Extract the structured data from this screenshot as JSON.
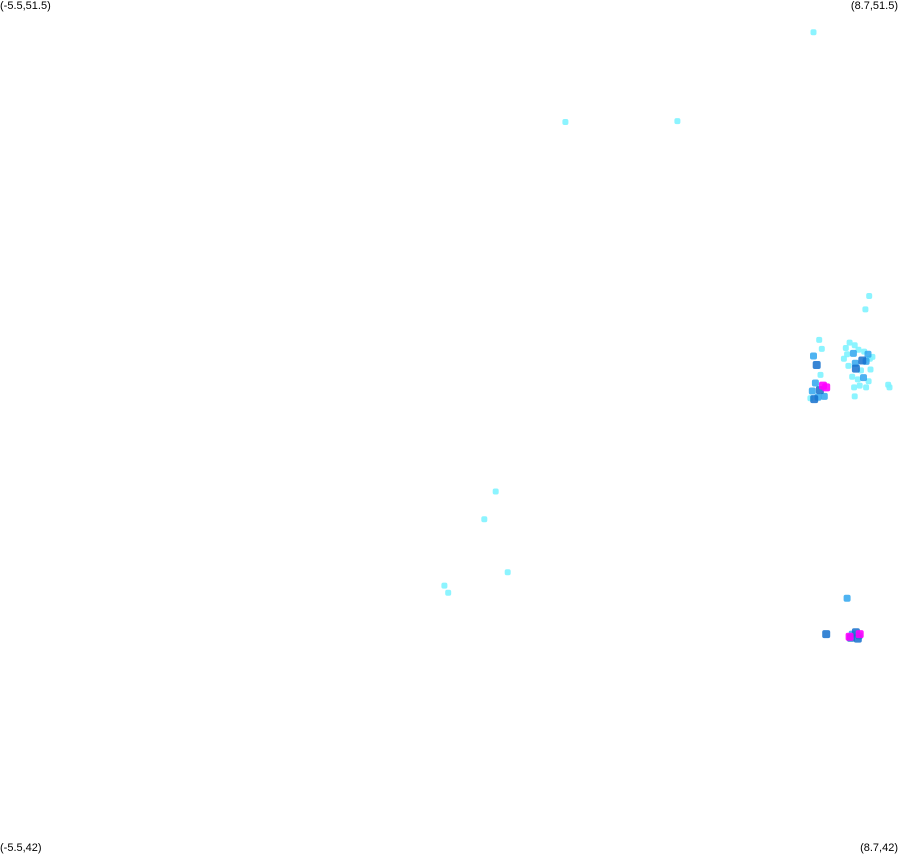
{
  "map": {
    "bounds": {
      "lon_min": -5.5,
      "lon_max": 8.7,
      "lat_min": 42,
      "lat_max": 51.5
    },
    "corner_labels": {
      "top_left": "(-5.5,51.5)",
      "top_right": "(8.7,51.5)",
      "bottom_left": "(-5.5,42)",
      "bottom_right": "(8.7,42)"
    },
    "colors": {
      "low": "#7ff3ff",
      "medium": "#2fa6ee",
      "high": "#1570cc",
      "peak": "#ff00ff",
      "background": "#ffffff"
    },
    "points": [
      {
        "lon": 7.35,
        "lat": 51.14,
        "level": "low"
      },
      {
        "lon": 3.43,
        "lat": 50.14,
        "level": "low"
      },
      {
        "lon": 5.2,
        "lat": 50.15,
        "level": "low"
      },
      {
        "lon": 8.23,
        "lat": 48.2,
        "level": "low"
      },
      {
        "lon": 8.17,
        "lat": 48.05,
        "level": "low"
      },
      {
        "lon": 2.33,
        "lat": 46.02,
        "level": "low"
      },
      {
        "lon": 2.15,
        "lat": 45.71,
        "level": "low"
      },
      {
        "lon": 2.52,
        "lat": 45.12,
        "level": "low"
      },
      {
        "lon": 1.52,
        "lat": 44.97,
        "level": "low"
      },
      {
        "lon": 1.58,
        "lat": 44.89,
        "level": "low"
      },
      {
        "lon": 7.88,
        "lat": 44.83,
        "level": "medium"
      },
      {
        "lon": 7.55,
        "lat": 44.43,
        "level": "high"
      },
      {
        "lon": 7.96,
        "lat": 44.43,
        "level": "medium"
      },
      {
        "lon": 8.02,
        "lat": 44.45,
        "level": "high"
      },
      {
        "lon": 8.07,
        "lat": 44.41,
        "level": "medium"
      },
      {
        "lon": 7.94,
        "lat": 44.39,
        "level": "high"
      },
      {
        "lon": 8.05,
        "lat": 44.38,
        "level": "high"
      },
      {
        "lon": 8.08,
        "lat": 44.43,
        "level": "peak"
      },
      {
        "lon": 7.92,
        "lat": 44.4,
        "level": "peak"
      },
      {
        "lon": 7.44,
        "lat": 47.71,
        "level": "low"
      },
      {
        "lon": 7.48,
        "lat": 47.61,
        "level": "low"
      },
      {
        "lon": 7.35,
        "lat": 47.53,
        "level": "medium"
      },
      {
        "lon": 7.4,
        "lat": 47.43,
        "level": "high"
      },
      {
        "lon": 7.46,
        "lat": 47.32,
        "level": "low"
      },
      {
        "lon": 7.38,
        "lat": 47.23,
        "level": "medium"
      },
      {
        "lon": 7.33,
        "lat": 47.14,
        "level": "medium"
      },
      {
        "lon": 7.45,
        "lat": 47.15,
        "level": "high"
      },
      {
        "lon": 7.5,
        "lat": 47.2,
        "level": "peak"
      },
      {
        "lon": 7.55,
        "lat": 47.18,
        "level": "peak"
      },
      {
        "lon": 7.42,
        "lat": 47.07,
        "level": "medium"
      },
      {
        "lon": 7.52,
        "lat": 47.08,
        "level": "medium"
      },
      {
        "lon": 7.3,
        "lat": 47.06,
        "level": "low"
      },
      {
        "lon": 7.36,
        "lat": 47.05,
        "level": "high"
      },
      {
        "lon": 7.92,
        "lat": 47.68,
        "level": "low"
      },
      {
        "lon": 8.0,
        "lat": 47.65,
        "level": "low"
      },
      {
        "lon": 7.98,
        "lat": 47.56,
        "level": "medium"
      },
      {
        "lon": 7.88,
        "lat": 47.55,
        "level": "low"
      },
      {
        "lon": 8.06,
        "lat": 47.6,
        "level": "low"
      },
      {
        "lon": 8.15,
        "lat": 47.58,
        "level": "low"
      },
      {
        "lon": 8.21,
        "lat": 47.55,
        "level": "medium"
      },
      {
        "lon": 8.24,
        "lat": 47.5,
        "level": "low"
      },
      {
        "lon": 8.12,
        "lat": 47.48,
        "level": "high"
      },
      {
        "lon": 8.18,
        "lat": 47.47,
        "level": "medium"
      },
      {
        "lon": 8.01,
        "lat": 47.45,
        "level": "medium"
      },
      {
        "lon": 7.9,
        "lat": 47.42,
        "level": "low"
      },
      {
        "lon": 8.02,
        "lat": 47.39,
        "level": "high"
      },
      {
        "lon": 8.1,
        "lat": 47.37,
        "level": "low"
      },
      {
        "lon": 8.25,
        "lat": 47.38,
        "level": "low"
      },
      {
        "lon": 7.96,
        "lat": 47.3,
        "level": "low"
      },
      {
        "lon": 8.05,
        "lat": 47.27,
        "level": "low"
      },
      {
        "lon": 8.14,
        "lat": 47.29,
        "level": "medium"
      },
      {
        "lon": 8.22,
        "lat": 47.25,
        "level": "low"
      },
      {
        "lon": 8.18,
        "lat": 47.18,
        "level": "low"
      },
      {
        "lon": 8.08,
        "lat": 47.2,
        "level": "low"
      },
      {
        "lon": 7.99,
        "lat": 47.18,
        "level": "low"
      },
      {
        "lon": 8.0,
        "lat": 47.08,
        "level": "low"
      },
      {
        "lon": 8.53,
        "lat": 47.21,
        "level": "low"
      },
      {
        "lon": 8.55,
        "lat": 47.18,
        "level": "low"
      },
      {
        "lon": 7.83,
        "lat": 47.5,
        "level": "low"
      },
      {
        "lon": 7.86,
        "lat": 47.62,
        "level": "low"
      },
      {
        "lon": 8.28,
        "lat": 47.52,
        "level": "low"
      }
    ]
  }
}
